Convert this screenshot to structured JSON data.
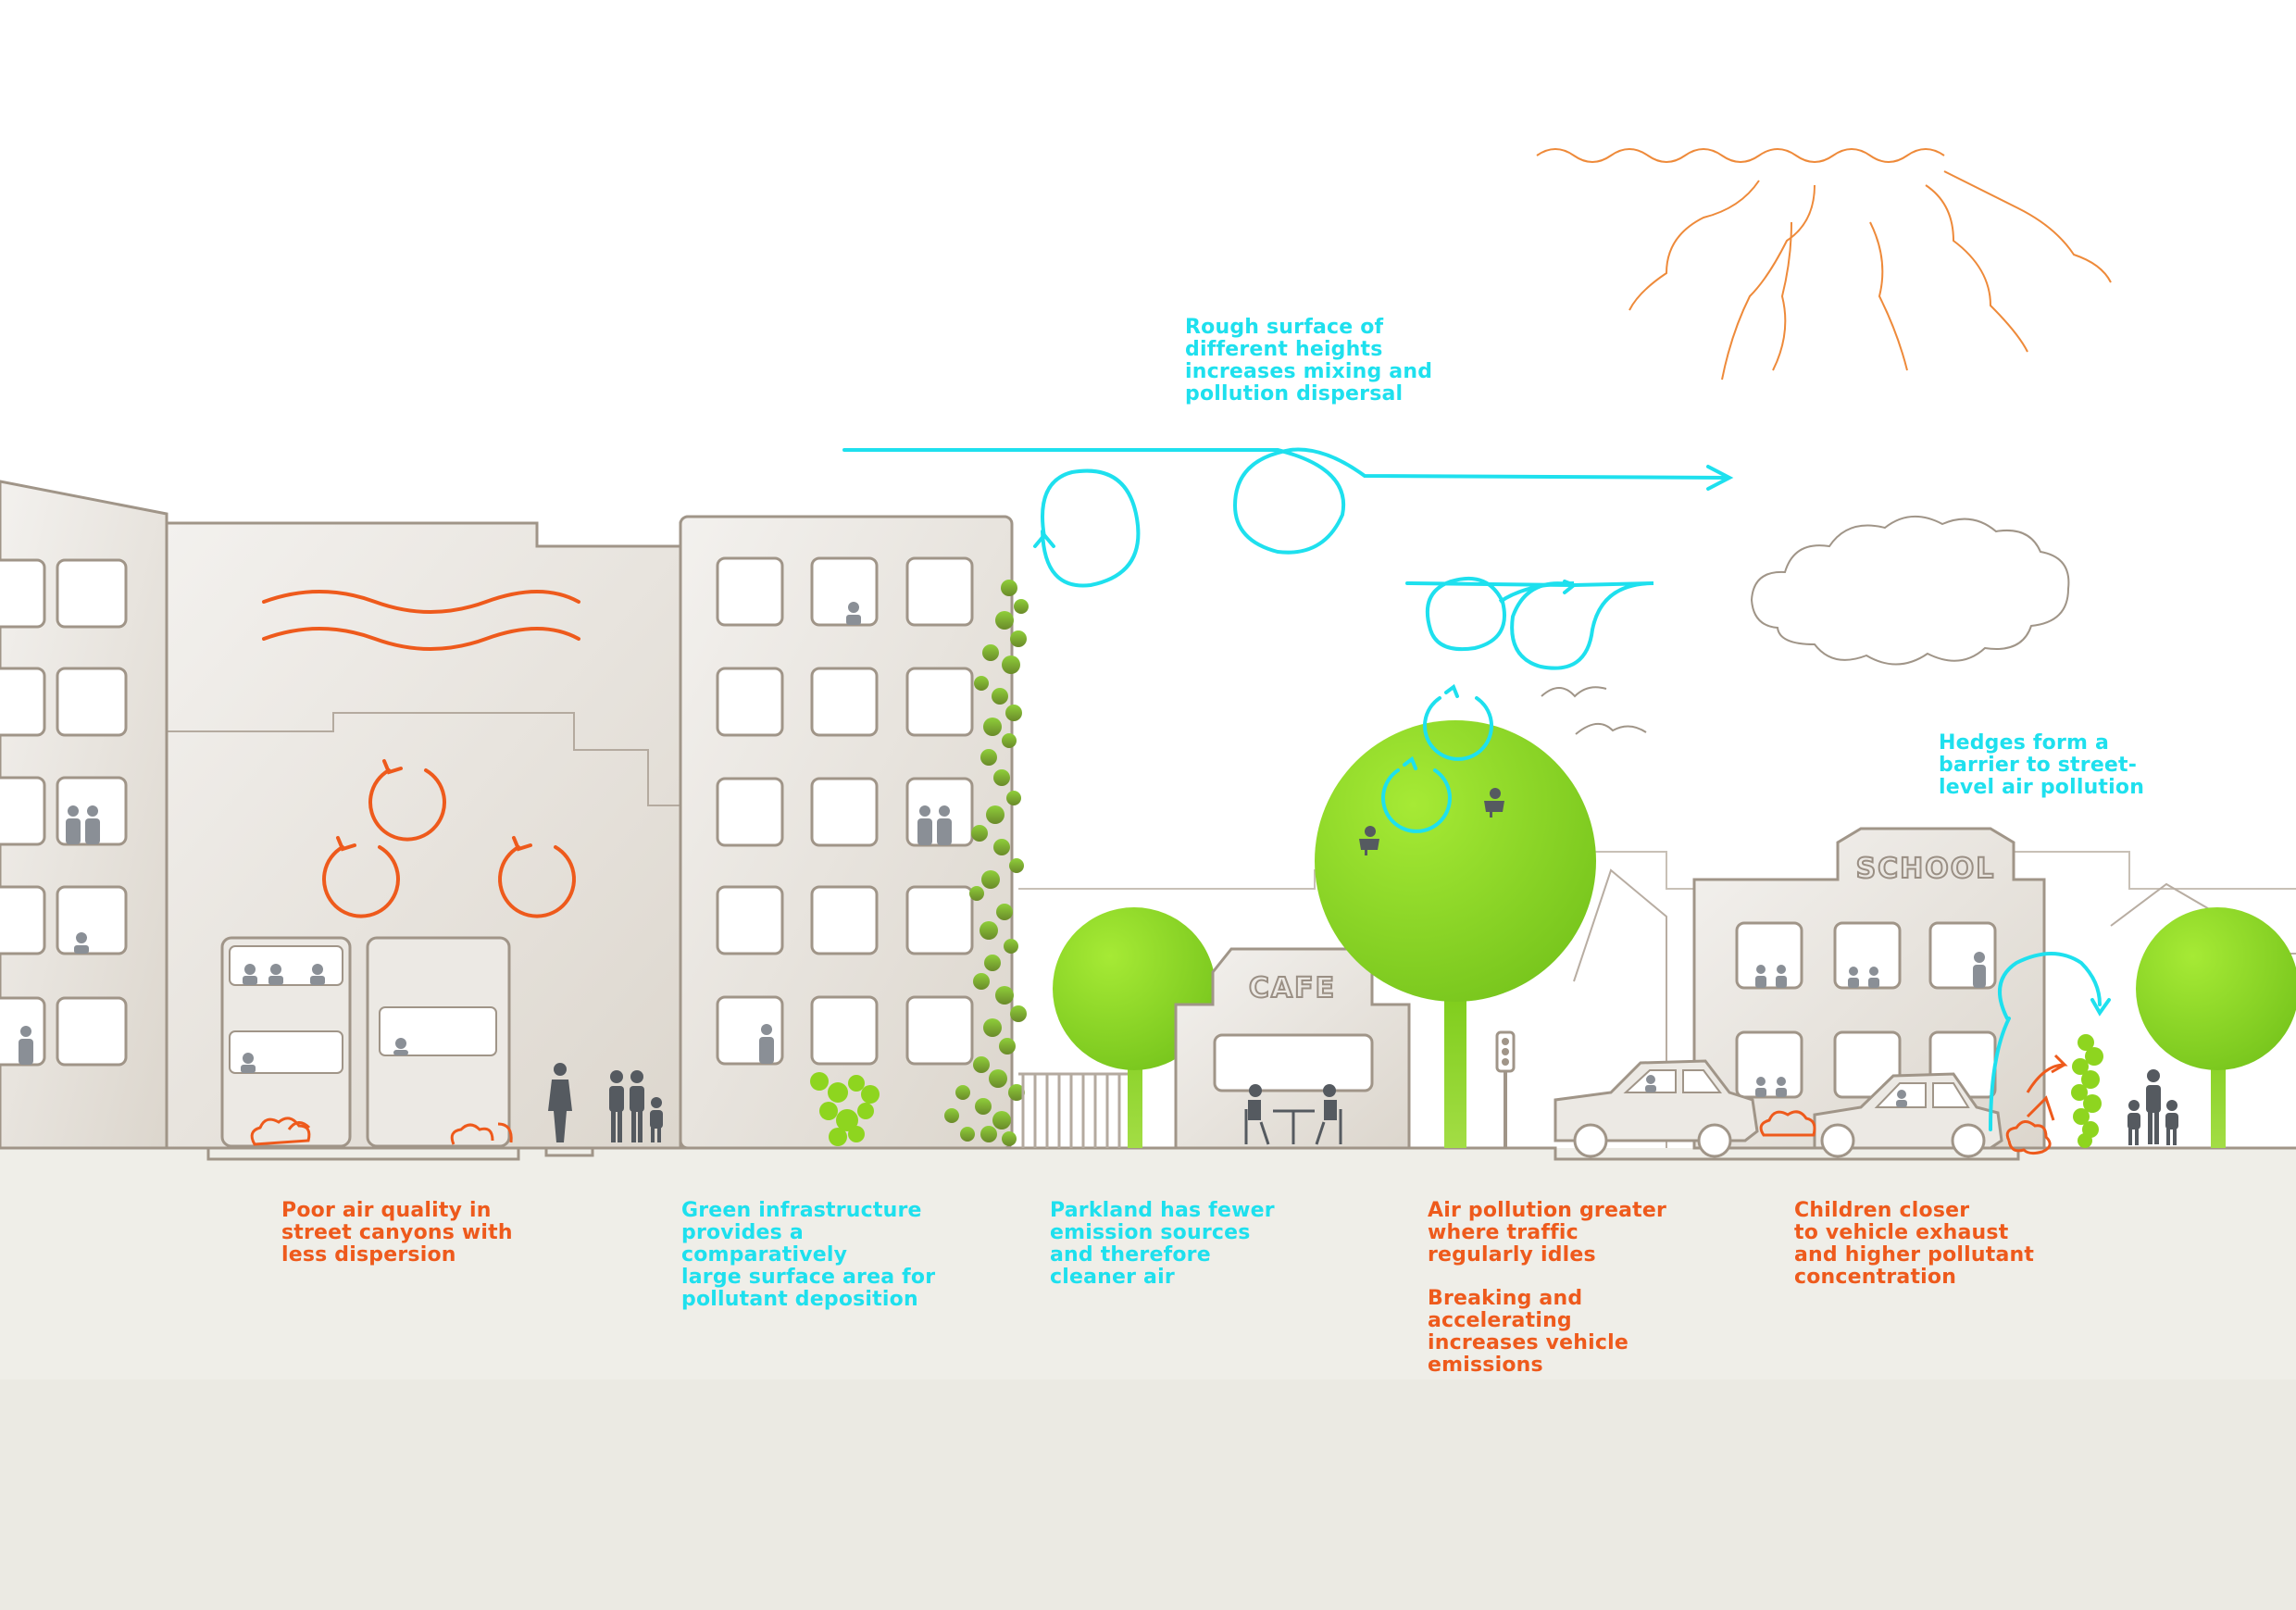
{
  "annotations": {
    "rough_surface": "Rough surface of\ndifferent heights\nincreases mixing and\npollution dispersal",
    "hedges": "Hedges form a\nbarrier to street-\nlevel air pollution",
    "poor_air": "Poor air quality in\nstreet canyons with\nless dispersion",
    "green_infra": "Green infrastructure\nprovides a\ncomparatively\nlarge surface area for\npollutant deposition",
    "parkland": "Parkland has fewer\nemission sources\nand therefore\ncleaner air",
    "idles": "Air pollution greater\nwhere traffic\nregularly idles",
    "braking": "Breaking and\naccelerating\nincreases vehicle\nemissions",
    "children": "Children closer\nto vehicle exhaust\nand higher pollutant\nconcentration"
  },
  "signs": {
    "cafe": "CAFE",
    "school": "SCHOOL"
  },
  "colors": {
    "pollution_orange": "#ee5a1c",
    "clean_air_cyan": "#1ee0ee",
    "vegetation_green": "#8ed51f",
    "building_fill": "#ebe8e3",
    "building_outline": "#a09588",
    "ground": "#eeede7"
  }
}
